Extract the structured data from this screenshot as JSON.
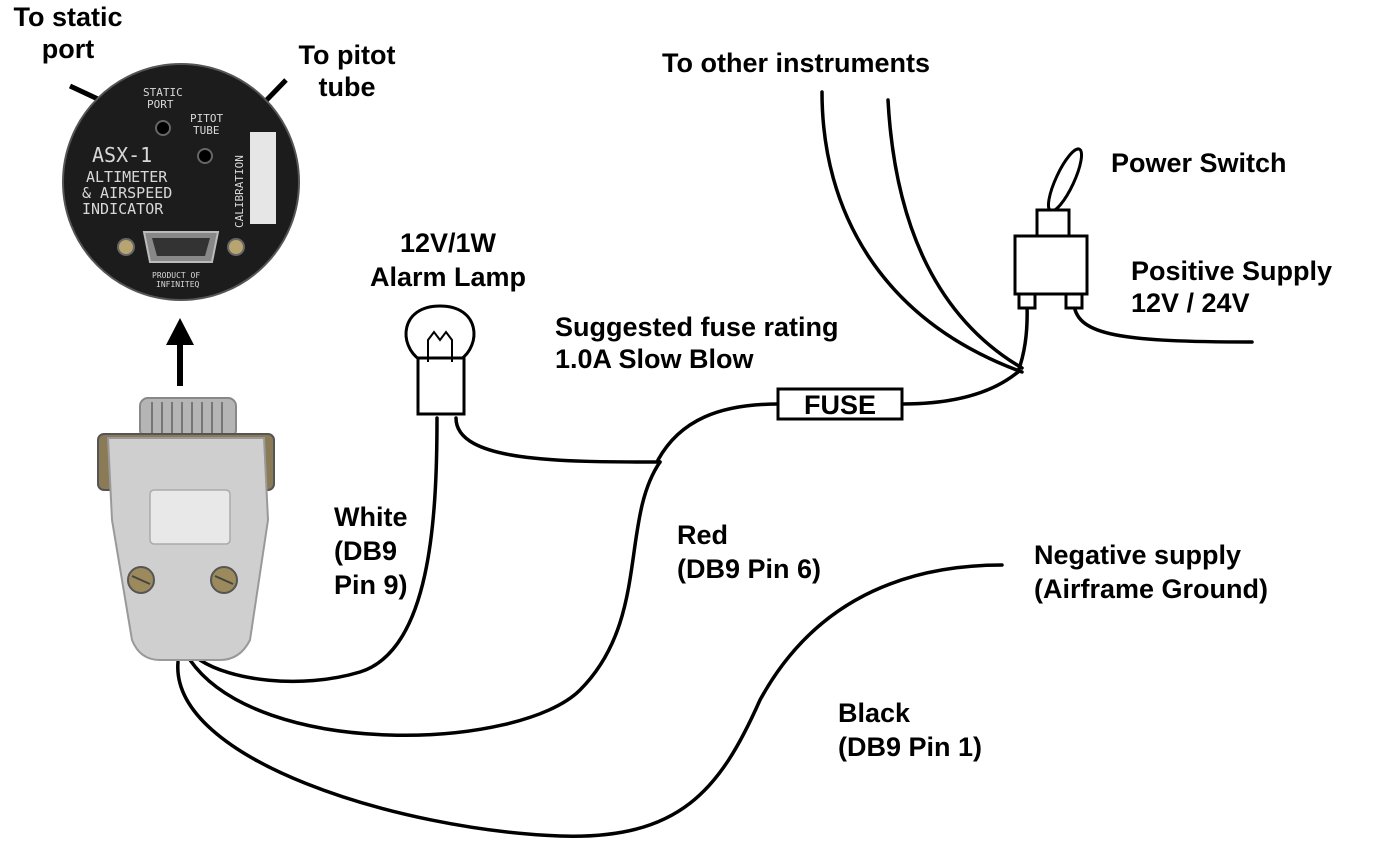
{
  "labels": {
    "to_static_port": [
      "To static",
      "port"
    ],
    "to_pitot_tube": [
      "To pitot",
      "tube"
    ],
    "to_other_instruments": "To other instruments",
    "power_switch": "Power Switch",
    "positive_supply": [
      "Positive Supply",
      "12V / 24V"
    ],
    "alarm_lamp": [
      "12V/1W",
      "Alarm Lamp"
    ],
    "fuse_rating": [
      "Suggested fuse rating",
      "1.0A Slow Blow"
    ],
    "fuse": "FUSE",
    "white_wire": [
      "White",
      "(DB9",
      "Pin 9)"
    ],
    "red_wire": [
      "Red",
      "(DB9 Pin 6)"
    ],
    "black_wire": [
      "Black",
      "(DB9 Pin 1)"
    ],
    "negative_supply": [
      "Negative supply",
      "(Airframe Ground)"
    ]
  },
  "instrument": {
    "static_port": [
      "STATIC",
      "PORT"
    ],
    "pitot_tube": [
      "PITOT",
      "TUBE"
    ],
    "model": "ASX-1",
    "description": [
      "ALTIMETER",
      "& AIRSPEED",
      "INDICATOR"
    ],
    "calibration": "CALIBRATION",
    "maker": [
      "PRODUCT OF",
      "INFINITEQ"
    ]
  },
  "colors": {
    "wire": "#000000",
    "instrument_face": "#1c1c1c",
    "connector_shell": "#c9c9c9"
  }
}
